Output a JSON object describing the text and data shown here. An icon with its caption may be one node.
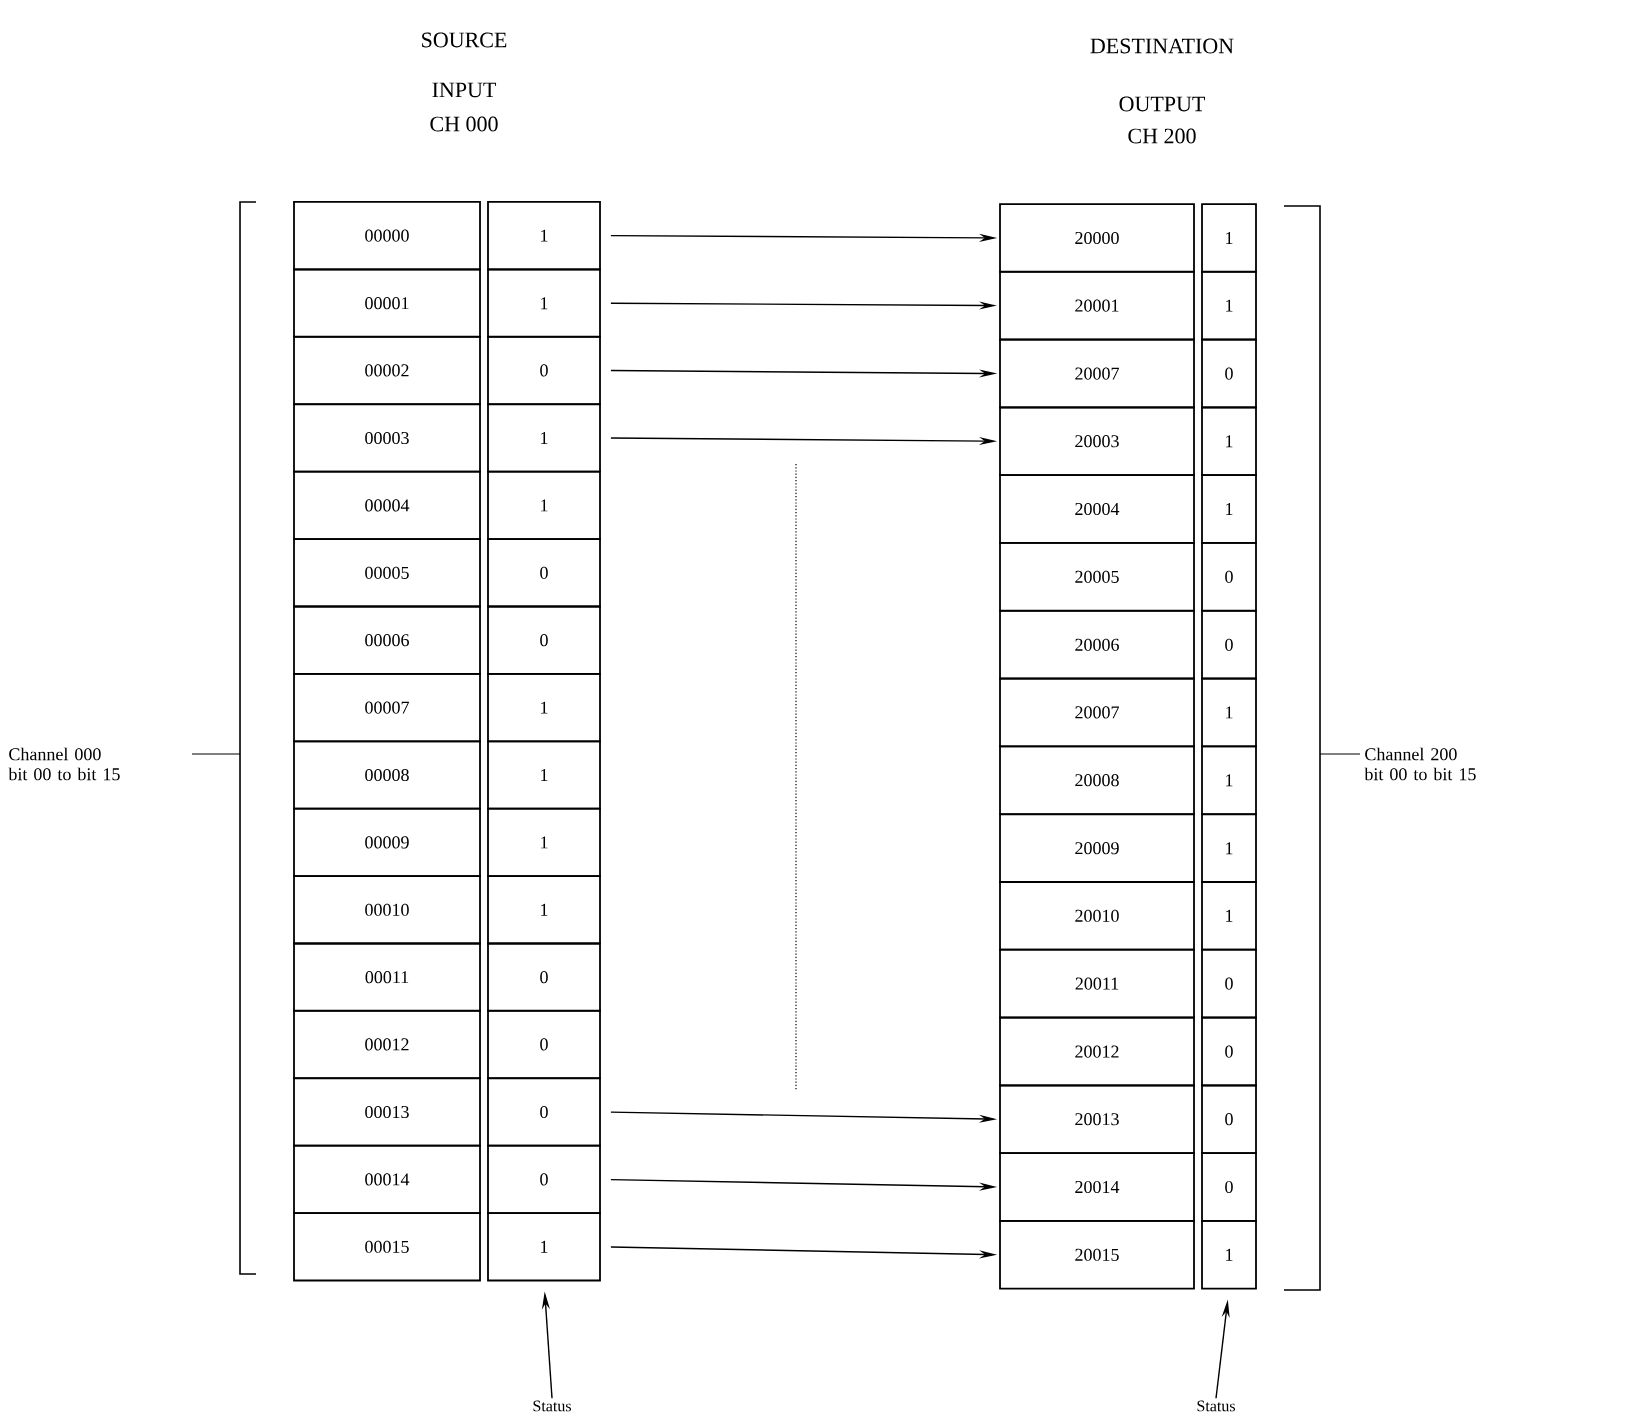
{
  "diagram": {
    "nodes": [
      {
        "text": [
          "00000"
        ]
      },
      {
        "text": [
          "1"
        ]
      },
      {
        "text": [
          "00001"
        ]
      },
      {
        "text": [
          "1"
        ]
      },
      {
        "text": [
          "00002"
        ]
      },
      {
        "text": [
          "0"
        ]
      },
      {
        "text": [
          "00003"
        ]
      },
      {
        "text": [
          "1"
        ]
      },
      {
        "text": [
          "00004"
        ]
      },
      {
        "text": [
          "1"
        ]
      },
      {
        "text": [
          "00005"
        ]
      },
      {
        "text": [
          "0"
        ]
      },
      {
        "text": [
          "00006"
        ]
      },
      {
        "text": [
          "0"
        ]
      },
      {
        "text": [
          "00007"
        ]
      },
      {
        "text": [
          "1"
        ]
      },
      {
        "text": [
          "00008"
        ]
      },
      {
        "text": [
          "1"
        ]
      },
      {
        "text": [
          "00009"
        ]
      },
      {
        "text": [
          "1"
        ]
      },
      {
        "text": [
          "00010"
        ]
      },
      {
        "text": [
          "1"
        ]
      },
      {
        "text": [
          "00011"
        ]
      },
      {
        "text": [
          "0"
        ]
      },
      {
        "text": [
          "00012"
        ]
      },
      {
        "text": [
          "0"
        ]
      },
      {
        "text": [
          "00013"
        ]
      },
      {
        "text": [
          "0"
        ]
      },
      {
        "text": [
          "00014"
        ]
      },
      {
        "text": [
          "0"
        ]
      },
      {
        "text": [
          "00015"
        ]
      },
      {
        "text": [
          "1"
        ]
      },
      {
        "text": [
          "20000"
        ]
      },
      {
        "text": [
          "1"
        ]
      },
      {
        "text": [
          "20001"
        ]
      },
      {
        "text": [
          "1"
        ]
      },
      {
        "text": [
          "20007"
        ]
      },
      {
        "text": [
          "0"
        ]
      },
      {
        "text": [
          "20003"
        ]
      },
      {
        "text": [
          "1"
        ]
      },
      {
        "text": [
          "20004"
        ]
      },
      {
        "text": [
          "1"
        ]
      },
      {
        "text": [
          "20005"
        ]
      },
      {
        "text": [
          "0"
        ]
      },
      {
        "text": [
          "20006"
        ]
      },
      {
        "text": [
          "0"
        ]
      },
      {
        "text": [
          "20007"
        ]
      },
      {
        "text": [
          "1"
        ]
      },
      {
        "text": [
          "20008"
        ]
      },
      {
        "text": [
          "1"
        ]
      },
      {
        "text": [
          "20009"
        ]
      },
      {
        "text": [
          "1"
        ]
      },
      {
        "text": [
          "20010"
        ]
      },
      {
        "text": [
          "1"
        ]
      },
      {
        "text": [
          "20011"
        ]
      },
      {
        "text": [
          "0"
        ]
      },
      {
        "text": [
          "20012"
        ]
      },
      {
        "text": [
          "0"
        ]
      },
      {
        "text": [
          "20013"
        ]
      },
      {
        "text": [
          "0"
        ]
      },
      {
        "text": [
          "20014"
        ]
      },
      {
        "text": [
          "0"
        ]
      },
      {
        "text": [
          "20015"
        ]
      },
      {
        "text": [
          "1"
        ]
      },
      {
        "text": [
          "Status"
        ]
      },
      {
        "text": [
          "Status"
        ]
      }
    ],
    "edges": [
      {
        "from": 1,
        "to": 32,
        "arrow": "to"
      },
      {
        "from": 3,
        "to": 34,
        "arrow": "to"
      },
      {
        "from": 5,
        "to": 36,
        "arrow": "to"
      },
      {
        "from": 7,
        "to": 38,
        "arrow": "to"
      },
      {
        "from": 27,
        "to": 58,
        "arrow": "to"
      },
      {
        "from": 29,
        "to": 60,
        "arrow": "to"
      },
      {
        "from": 31,
        "to": 62,
        "arrow": "to"
      },
      {
        "from": 64,
        "to": 31,
        "arrow": "to"
      },
      {
        "from": 65,
        "to": 63,
        "arrow": "to"
      }
    ],
    "labels": [
      "SOURCE",
      "DESTINATION",
      "INPUT",
      "OUTPUT",
      "CH 000",
      "CH 200",
      "Channel 000 bit 00 to bit 15",
      "Channel 200 bit 00 to bit 15"
    ]
  }
}
